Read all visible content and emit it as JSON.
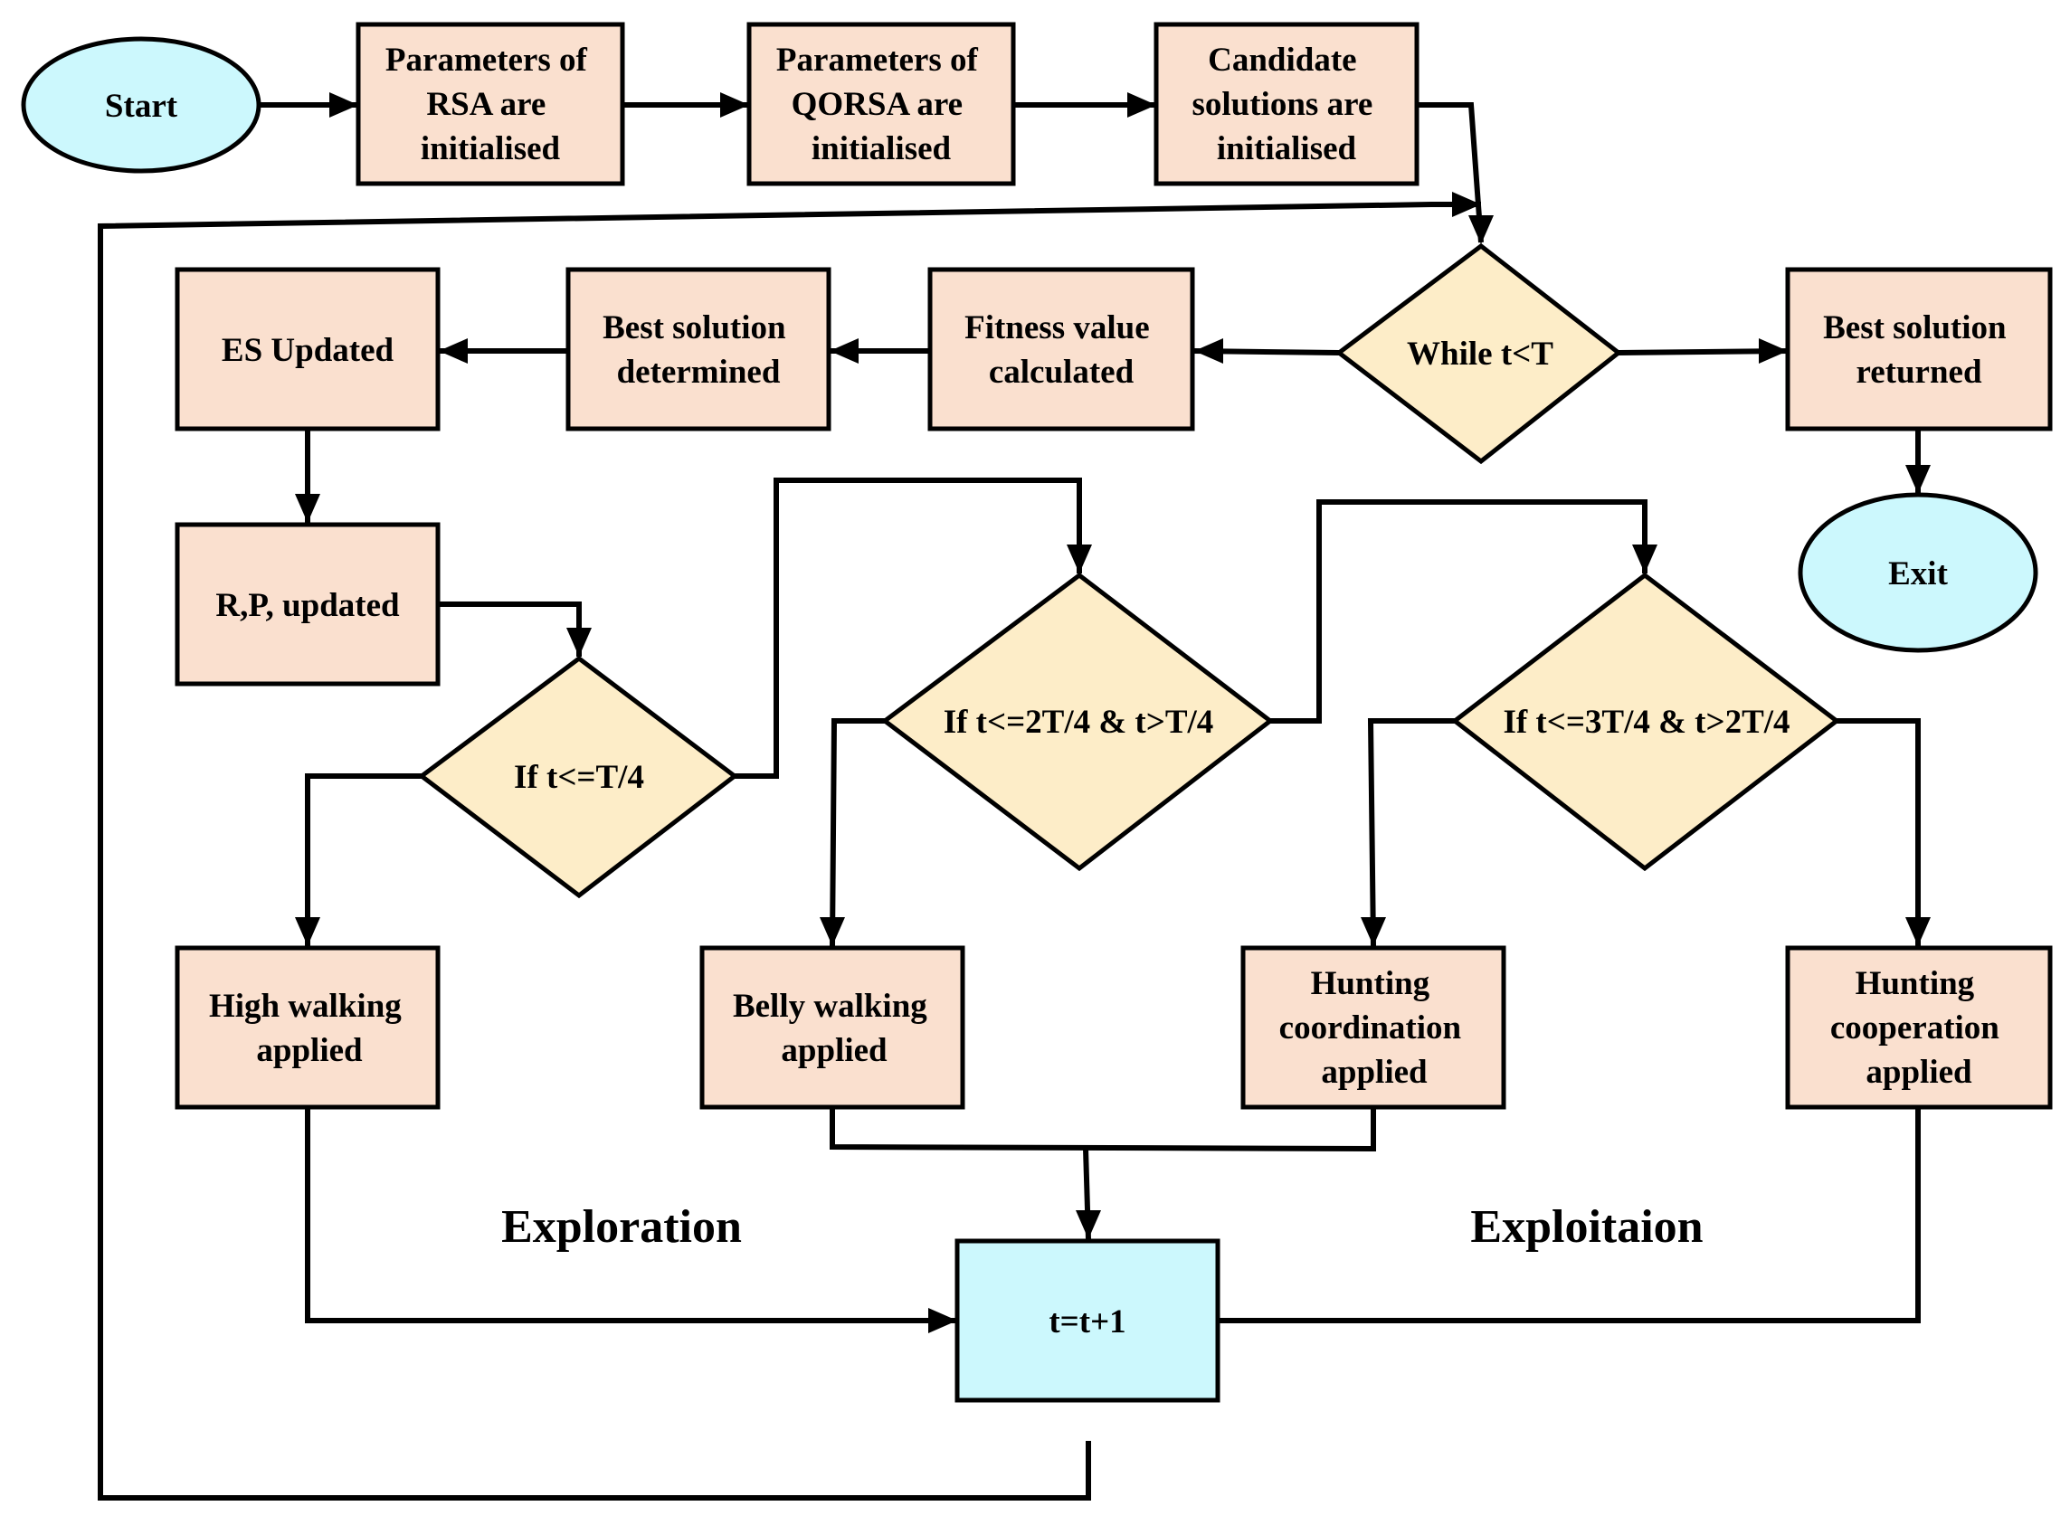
{
  "nodes": {
    "start": {
      "lines": [
        "Start"
      ]
    },
    "params_rsa": {
      "lines": [
        "Parameters of",
        "RSA are",
        "initialised"
      ]
    },
    "params_qorsa": {
      "lines": [
        "Parameters of",
        "QORSA are",
        "initialised"
      ]
    },
    "candidates": {
      "lines": [
        "Candidate",
        "solutions are",
        "initialised"
      ]
    },
    "while": {
      "lines": [
        "While t<T"
      ]
    },
    "best_returned": {
      "lines": [
        "Best solution",
        "returned"
      ]
    },
    "exit": {
      "lines": [
        "Exit"
      ]
    },
    "fitness": {
      "lines": [
        "Fitness value",
        "calculated"
      ]
    },
    "best_determined": {
      "lines": [
        "Best solution",
        "determined"
      ]
    },
    "es_updated": {
      "lines": [
        "ES Updated"
      ]
    },
    "rp_updated": {
      "lines": [
        "R,P, updated"
      ]
    },
    "if1": {
      "lines": [
        "If t<=T/4"
      ]
    },
    "if2": {
      "lines": [
        "If t<=2T/4 & t>T/4"
      ]
    },
    "if3": {
      "lines": [
        "If t<=3T/4 & t>2T/4"
      ]
    },
    "high_walking": {
      "lines": [
        "High walking",
        "applied"
      ]
    },
    "belly_walking": {
      "lines": [
        "Belly walking",
        "applied"
      ]
    },
    "hunt_coord": {
      "lines": [
        "Hunting",
        "coordination",
        "applied"
      ]
    },
    "hunt_coop": {
      "lines": [
        "Hunting",
        "cooperation",
        "applied"
      ]
    },
    "increment": {
      "lines": [
        "t=t+1"
      ]
    }
  },
  "sections": {
    "exploration": "Exploration",
    "exploitation": "Exploitaion"
  },
  "colors": {
    "process_fill": "#fae0cf",
    "decision_fill": "#fdedc8",
    "terminal_fill": "#ccf8fd",
    "stroke": "#000000"
  }
}
